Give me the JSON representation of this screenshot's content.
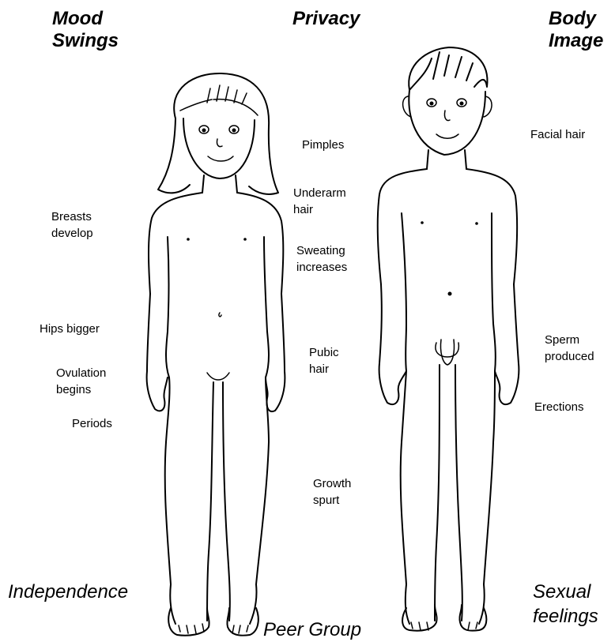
{
  "headings": {
    "mood_swings": [
      "Mood",
      "Swings"
    ],
    "privacy": "Privacy",
    "body_image": [
      "Body",
      "Image"
    ]
  },
  "girl_labels": {
    "breasts": [
      "Breasts",
      "develop"
    ],
    "hips": "Hips bigger",
    "ovulation": [
      "Ovulation",
      "begins"
    ],
    "periods": "Periods"
  },
  "shared_labels": {
    "pimples": "Pimples",
    "underarm": [
      "Underarm",
      "hair"
    ],
    "sweating": [
      "Sweating",
      "increases"
    ],
    "pubic": [
      "Pubic",
      "hair"
    ],
    "growth": [
      "Growth",
      "spurt"
    ]
  },
  "boy_labels": {
    "facial_hair": "Facial hair",
    "sperm": [
      "Sperm",
      "produced"
    ],
    "erections": "Erections"
  },
  "footers": {
    "independence": "Independence",
    "peer_group": "Peer Group",
    "sexual_feelings": [
      "Sexual",
      "feelings"
    ]
  },
  "figures": {
    "line_color": "#000000",
    "background": "#ffffff",
    "left_figure": "girl-figure",
    "right_figure": "boy-figure"
  }
}
